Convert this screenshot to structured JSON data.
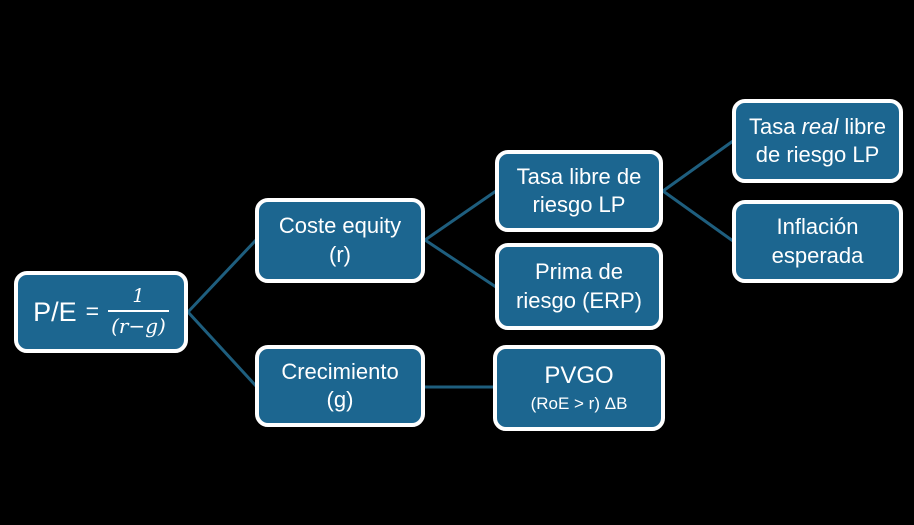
{
  "colors": {
    "background": "#000000",
    "box_fill": "#1c6690",
    "box_border": "#ffffff",
    "line": "#1e5e7e",
    "text": "#ffffff"
  },
  "nodes": {
    "pe_formula": {
      "lhs": "P/E",
      "equals": "=",
      "numerator": "1",
      "denominator": "(r−g)"
    },
    "coste_equity": {
      "line1": "Coste equity",
      "line2": "(r)"
    },
    "crecimiento": {
      "line1": "Crecimiento",
      "line2": "(g)"
    },
    "tasa_libre": {
      "line1": "Tasa libre de",
      "line2": "riesgo LP"
    },
    "prima_riesgo": {
      "line1": "Prima de",
      "line2": "riesgo (ERP)"
    },
    "pvgo": {
      "line1": "PVGO",
      "line2": "(RoE > r) ΔB"
    },
    "tasa_real": {
      "line1_part1": "Tasa ",
      "line1_italic": "real",
      "line1_part2": " libre",
      "line2": "de riesgo LP"
    },
    "inflacion": {
      "line1": "Inflación",
      "line2": "esperada"
    }
  }
}
